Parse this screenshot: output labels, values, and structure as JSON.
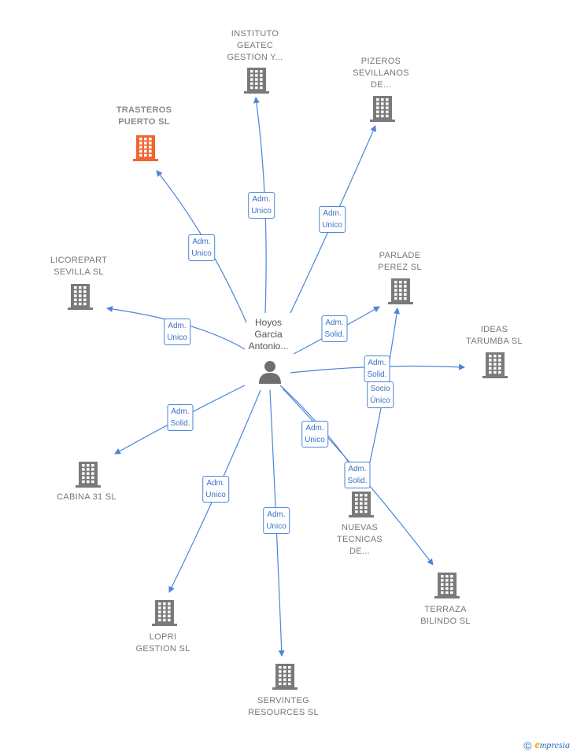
{
  "center": {
    "label": "Hoyos\nGarcia\nAntonio...",
    "icon": "person-icon"
  },
  "nodes": [
    {
      "id": "trasteros",
      "label": "TRASTEROS\nPUERTO  SL",
      "highlight": true,
      "color": "#f26430"
    },
    {
      "id": "instituto",
      "label": "INSTITUTO\nGEATEC\nGESTION Y...",
      "color": "#7a7a7a"
    },
    {
      "id": "pizeros",
      "label": "PIZEROS\nSEVILLANOS\nDE...",
      "color": "#7a7a7a"
    },
    {
      "id": "licorepart",
      "label": "LICOREPART\nSEVILLA SL",
      "color": "#7a7a7a"
    },
    {
      "id": "parlade",
      "label": "PARLADE\nPEREZ SL",
      "color": "#7a7a7a"
    },
    {
      "id": "ideas",
      "label": "IDEAS\nTARUMBA  SL",
      "color": "#7a7a7a"
    },
    {
      "id": "cabina",
      "label": "CABINA 31  SL",
      "color": "#7a7a7a"
    },
    {
      "id": "nuevas",
      "label": "NUEVAS\nTECNICAS\nDE...",
      "color": "#7a7a7a"
    },
    {
      "id": "lopri",
      "label": "LOPRI\nGESTION SL",
      "color": "#7a7a7a"
    },
    {
      "id": "servinteg",
      "label": "SERVINTEG\nRESOURCES SL",
      "color": "#7a7a7a"
    },
    {
      "id": "terraza",
      "label": "TERRAZA\nBILINDO  SL",
      "color": "#7a7a7a"
    }
  ],
  "edges": [
    {
      "to": "trasteros",
      "label": "Adm.\nUnico"
    },
    {
      "to": "instituto",
      "label": "Adm.\nUnico"
    },
    {
      "to": "pizeros",
      "label": "Adm.\nUnico"
    },
    {
      "to": "licorepart",
      "label": "Adm.\nUnico"
    },
    {
      "to": "parlade",
      "label": "Adm.\nSolid."
    },
    {
      "to": "ideas",
      "label": "Adm.\nSolid."
    },
    {
      "to": "cabina",
      "label": "Adm.\nSolid."
    },
    {
      "to": "lopri",
      "label": "Adm.\nUnico"
    },
    {
      "to": "servinteg",
      "label": "Adm.\nUnico"
    },
    {
      "to": "terraza",
      "label": "Adm.\nUnico"
    },
    {
      "to": "nuevas",
      "label": "Adm.\nSolid."
    },
    {
      "from": "nuevas",
      "to": "parlade",
      "label": "Socio\nÚnico"
    }
  ],
  "colors": {
    "edge": "#4a86d8",
    "building": "#7a7a7a",
    "highlight": "#f26430",
    "person": "#6e6e6e"
  },
  "footer": {
    "copyright": "©",
    "brand_initial": "e",
    "brand_rest": "mpresia"
  }
}
